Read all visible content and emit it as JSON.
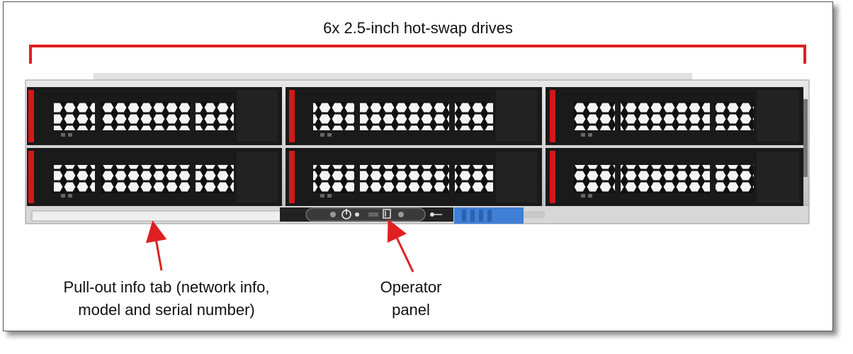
{
  "callouts": {
    "drives_label": "6x 2.5-inch hot-swap drives",
    "info_tab_line1": "Pull-out info tab (network info,",
    "info_tab_line2": "model and serial number)",
    "operator_line1": "Operator",
    "operator_line2": "panel"
  },
  "drive_bays": {
    "count": 6,
    "layout": "3 columns × 2 rows",
    "form_factor": "2.5-inch"
  },
  "colors": {
    "callout_red": "#e02020",
    "drive_latch_red": "#d31818",
    "drive_body": "#1a1a1a",
    "chassis_silver": "#c9c9c9",
    "release_handle_blue": "#3f7fd6"
  },
  "icons": [
    "power-icon",
    "id-icon",
    "led-icon",
    "key-icon"
  ]
}
